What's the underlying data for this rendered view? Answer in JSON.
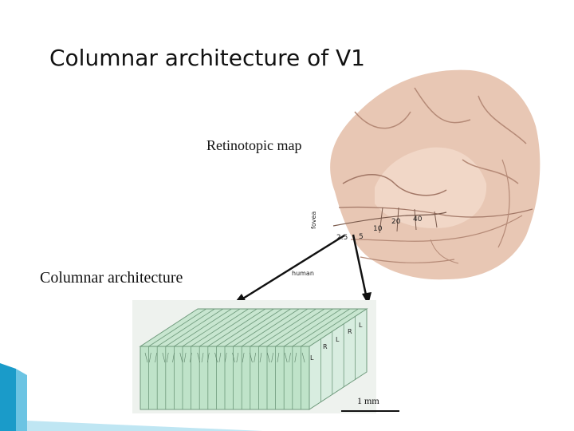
{
  "slide": {
    "title": "Columnar architecture of V1"
  },
  "labels": {
    "retinotopic_map": "Retinotopic map",
    "columnar_architecture": "Columnar architecture",
    "human": "human",
    "fovea": "fovea",
    "scale_bar": "1 mm"
  },
  "eccentricity_labels": [
    "2.5",
    "5",
    "10",
    "20",
    "40"
  ],
  "column_labels": [
    "L",
    "R",
    "L",
    "R",
    "L"
  ],
  "colors": {
    "brain": "#e8c7b4",
    "column_fill": "#bfe3c9",
    "arrow": "#111111",
    "accent": "#1a9bc9"
  }
}
